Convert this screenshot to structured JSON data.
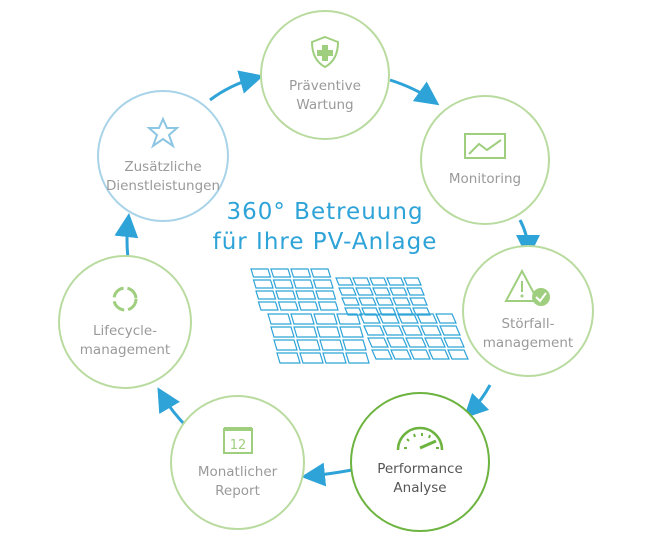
{
  "title": {
    "line1": "360° Betreuung",
    "line2": "für Ihre PV-Anlage"
  },
  "nodes": [
    {
      "line1": "Präventive",
      "line2": "Wartung",
      "icon": "shield-cross-icon"
    },
    {
      "line1": "Monitoring",
      "line2": "",
      "icon": "monitor-chart-icon"
    },
    {
      "line1": "Störfall-",
      "line2": "management",
      "icon": "warning-check-icon"
    },
    {
      "line1": "Performance",
      "line2": "Analyse",
      "icon": "speedometer-icon"
    },
    {
      "line1": "Monatlicher",
      "line2": "Report",
      "icon": "calendar-icon"
    },
    {
      "line1": "Lifecycle-",
      "line2": "management",
      "icon": "cycle-arrows-icon"
    },
    {
      "line1": "Zusätzliche",
      "line2": "Dienstleistungen",
      "icon": "service-star-icon"
    }
  ],
  "colors": {
    "green": "#b9dba0",
    "active": "#6db33f",
    "blue": "#2ea3d8"
  }
}
